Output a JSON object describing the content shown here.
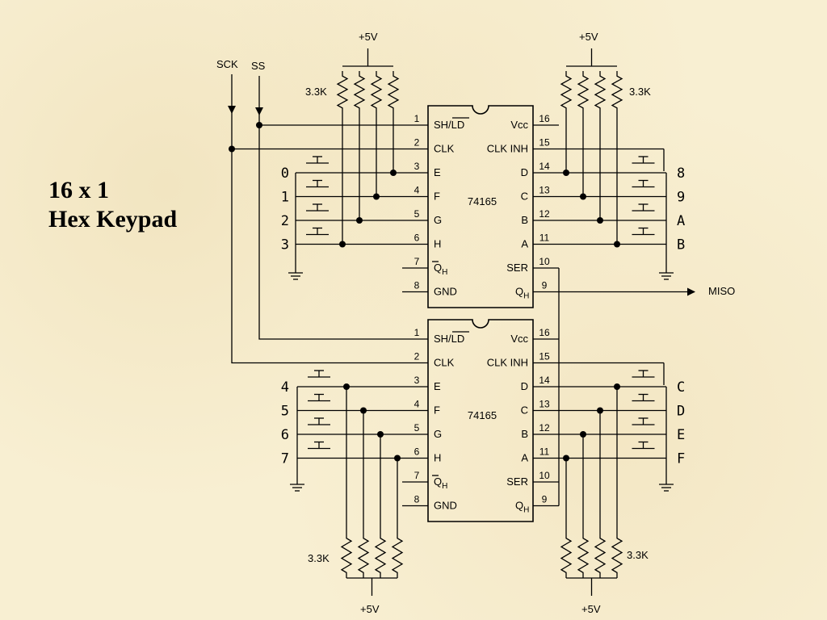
{
  "title": {
    "line1": "16 x 1",
    "line2": "Hex Keypad"
  },
  "labels": {
    "vcc_supply": "+5V",
    "resistor_value": "3.3K",
    "sck": "SCK",
    "ss": "SS",
    "miso": "MISO",
    "chip_part": "74165"
  },
  "chip_pins_left": [
    {
      "num": "1",
      "name": "SH/LD"
    },
    {
      "num": "2",
      "name": "CLK"
    },
    {
      "num": "3",
      "name": "E"
    },
    {
      "num": "4",
      "name": "F"
    },
    {
      "num": "5",
      "name": "G"
    },
    {
      "num": "6",
      "name": "H"
    },
    {
      "num": "7",
      "name": "Q",
      "sub": "H"
    },
    {
      "num": "8",
      "name": "GND"
    }
  ],
  "chip_pins_right": [
    {
      "num": "16",
      "name": "Vcc"
    },
    {
      "num": "15",
      "name": "CLK INH"
    },
    {
      "num": "14",
      "name": "D"
    },
    {
      "num": "13",
      "name": "C"
    },
    {
      "num": "12",
      "name": "B"
    },
    {
      "num": "11",
      "name": "A"
    },
    {
      "num": "10",
      "name": "SER"
    },
    {
      "num": "9",
      "name": "Q",
      "sub": "H"
    }
  ],
  "keys": {
    "top_left": [
      "0",
      "1",
      "2",
      "3"
    ],
    "top_right": [
      "8",
      "9",
      "A",
      "B"
    ],
    "bottom_left": [
      "4",
      "5",
      "6",
      "7"
    ],
    "bottom_right": [
      "C",
      "D",
      "E",
      "F"
    ]
  }
}
